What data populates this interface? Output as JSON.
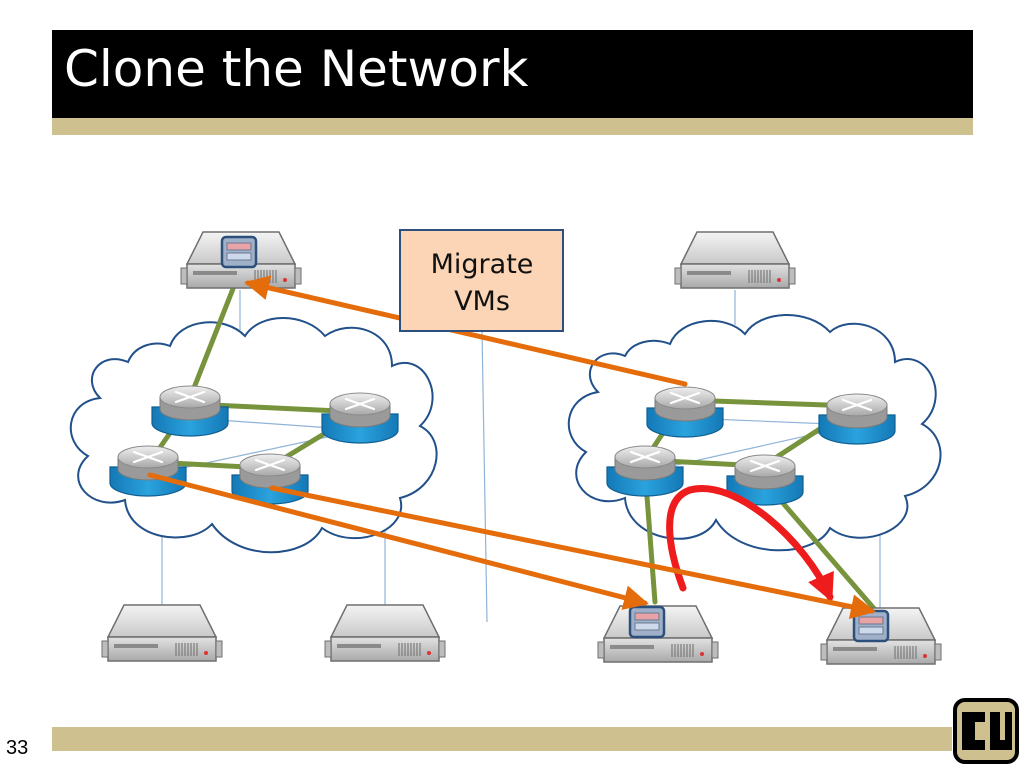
{
  "slide": {
    "title": "Clone the Network",
    "page_number": "33"
  },
  "callout": {
    "line1": "Migrate",
    "line2": "VMs"
  },
  "colors": {
    "title_bar": "#000000",
    "rule_gold": "#cfc18f",
    "link_green": "#77933c",
    "migration_arrow": "#e46c0a",
    "swap_arrow": "#ee1c1c",
    "router_blue": "#1c8ec8",
    "callout_fill": "#fbd5b5",
    "callout_border": "#2d4f7c"
  },
  "logo": {
    "text": "CU"
  }
}
